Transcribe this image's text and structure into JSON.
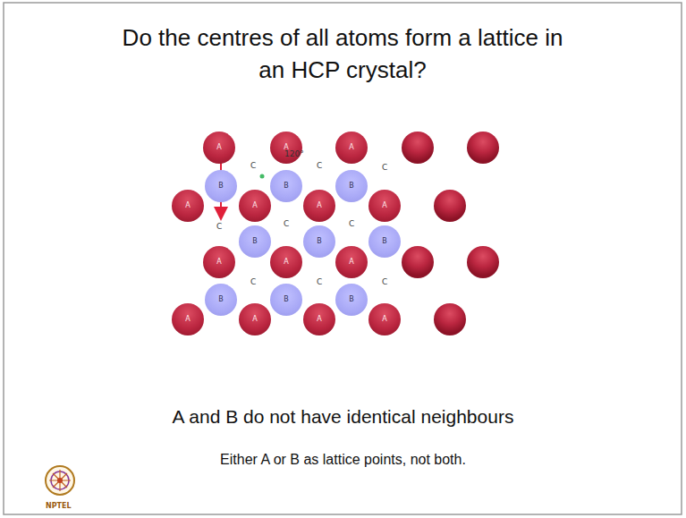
{
  "diagram": {
    "title": "Do the centres of all atoms form a lattice in an HCP crystal?",
    "caption": "A and B do not have identical neighbours",
    "nodes": [
      {
        "text": [
          "A"
        ]
      },
      {
        "text": [
          "A"
        ]
      },
      {
        "text": [
          "A"
        ]
      },
      {
        "text": [
          "B"
        ]
      },
      {
        "text": [
          "B"
        ]
      },
      {
        "text": [
          "B"
        ]
      },
      {
        "text": [
          "A"
        ]
      },
      {
        "text": [
          "A"
        ]
      },
      {
        "text": [
          "A"
        ]
      },
      {
        "text": [
          "A"
        ]
      },
      {
        "text": [
          "B"
        ]
      },
      {
        "text": [
          "B"
        ]
      },
      {
        "text": [
          "B"
        ]
      },
      {
        "text": [
          "A"
        ]
      },
      {
        "text": [
          "A"
        ]
      },
      {
        "text": [
          "A"
        ]
      },
      {
        "text": [
          "B"
        ]
      },
      {
        "text": [
          "B"
        ]
      },
      {
        "text": [
          "B"
        ]
      },
      {
        "text": [
          "A"
        ]
      },
      {
        "text": [
          "A"
        ]
      },
      {
        "text": [
          "A"
        ]
      },
      {
        "text": [
          "A"
        ]
      }
    ],
    "labels": [
      "120°",
      "C",
      "C",
      "C",
      "C",
      "C",
      "C",
      "C",
      "C",
      "C",
      "Either A or B as lattice points, not both.",
      "NPTEL"
    ]
  }
}
